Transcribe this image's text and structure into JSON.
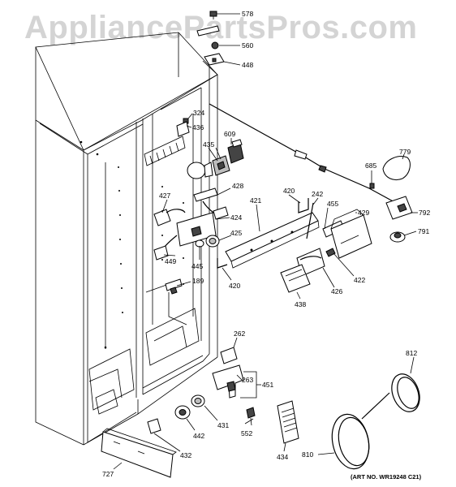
{
  "watermark": "AppliancePartsPros.com",
  "art_number": "(ART NO. WR19248 C21)",
  "callouts": [
    {
      "id": "578",
      "label": "578"
    },
    {
      "id": "560",
      "label": "560"
    },
    {
      "id": "448",
      "label": "448"
    },
    {
      "id": "324",
      "label": "324"
    },
    {
      "id": "436",
      "label": "436"
    },
    {
      "id": "609",
      "label": "609"
    },
    {
      "id": "435",
      "label": "435"
    },
    {
      "id": "779",
      "label": "779"
    },
    {
      "id": "685",
      "label": "685"
    },
    {
      "id": "792",
      "label": "792"
    },
    {
      "id": "791",
      "label": "791"
    },
    {
      "id": "427",
      "label": "427"
    },
    {
      "id": "428",
      "label": "428"
    },
    {
      "id": "421",
      "label": "421"
    },
    {
      "id": "420a",
      "label": "420"
    },
    {
      "id": "242",
      "label": "242"
    },
    {
      "id": "455",
      "label": "455"
    },
    {
      "id": "429",
      "label": "429"
    },
    {
      "id": "424",
      "label": "424"
    },
    {
      "id": "425",
      "label": "425"
    },
    {
      "id": "449",
      "label": "449"
    },
    {
      "id": "445",
      "label": "445"
    },
    {
      "id": "420b",
      "label": "420"
    },
    {
      "id": "189",
      "label": "189"
    },
    {
      "id": "426",
      "label": "426"
    },
    {
      "id": "422",
      "label": "422"
    },
    {
      "id": "438",
      "label": "438"
    },
    {
      "id": "262",
      "label": "262"
    },
    {
      "id": "263",
      "label": "263"
    },
    {
      "id": "451",
      "label": "451"
    },
    {
      "id": "812",
      "label": "812"
    },
    {
      "id": "431",
      "label": "431"
    },
    {
      "id": "442",
      "label": "442"
    },
    {
      "id": "552",
      "label": "552"
    },
    {
      "id": "432",
      "label": "432"
    },
    {
      "id": "434",
      "label": "434"
    },
    {
      "id": "810",
      "label": "810"
    },
    {
      "id": "727",
      "label": "727"
    }
  ]
}
